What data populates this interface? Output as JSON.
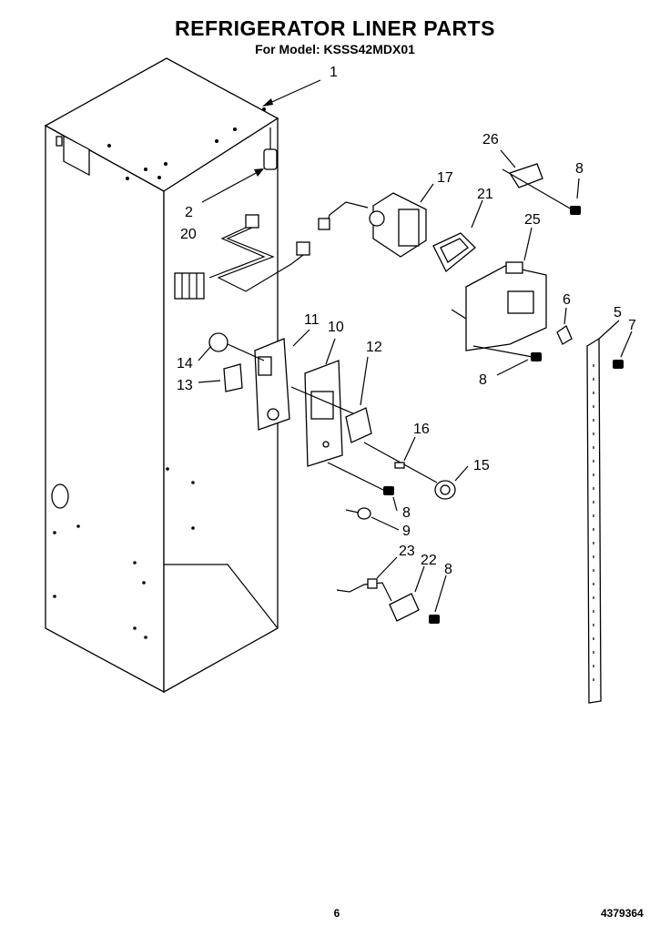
{
  "header": {
    "title": "REFRIGERATOR LINER PARTS",
    "subtitle": "For Model: KSSS42MDX01"
  },
  "footer": {
    "page_number": "6",
    "document_number": "4379364"
  },
  "callouts": [
    {
      "id": "c1",
      "label": "1"
    },
    {
      "id": "c2",
      "label": "2"
    },
    {
      "id": "c20",
      "label": "20"
    },
    {
      "id": "c17",
      "label": "17"
    },
    {
      "id": "c21",
      "label": "21"
    },
    {
      "id": "c26",
      "label": "26"
    },
    {
      "id": "c8a",
      "label": "8"
    },
    {
      "id": "c25",
      "label": "25"
    },
    {
      "id": "c6",
      "label": "6"
    },
    {
      "id": "c5",
      "label": "5"
    },
    {
      "id": "c7",
      "label": "7"
    },
    {
      "id": "c8b",
      "label": "8"
    },
    {
      "id": "c11",
      "label": "11"
    },
    {
      "id": "c10",
      "label": "10"
    },
    {
      "id": "c12",
      "label": "12"
    },
    {
      "id": "c14",
      "label": "14"
    },
    {
      "id": "c13",
      "label": "13"
    },
    {
      "id": "c16",
      "label": "16"
    },
    {
      "id": "c15",
      "label": "15"
    },
    {
      "id": "c8c",
      "label": "8"
    },
    {
      "id": "c9",
      "label": "9"
    },
    {
      "id": "c23",
      "label": "23"
    },
    {
      "id": "c22",
      "label": "22"
    },
    {
      "id": "c8d",
      "label": "8"
    }
  ]
}
